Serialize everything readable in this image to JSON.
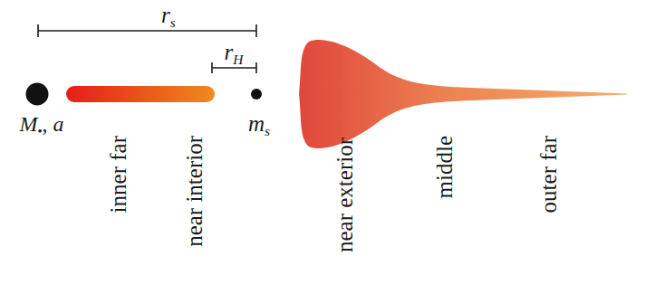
{
  "diagram": {
    "labels": [
      "rs",
      "rH",
      "M•, a",
      "ms",
      "inner far",
      "near interior",
      "near exterior",
      "middle",
      "outer far"
    ]
  }
}
